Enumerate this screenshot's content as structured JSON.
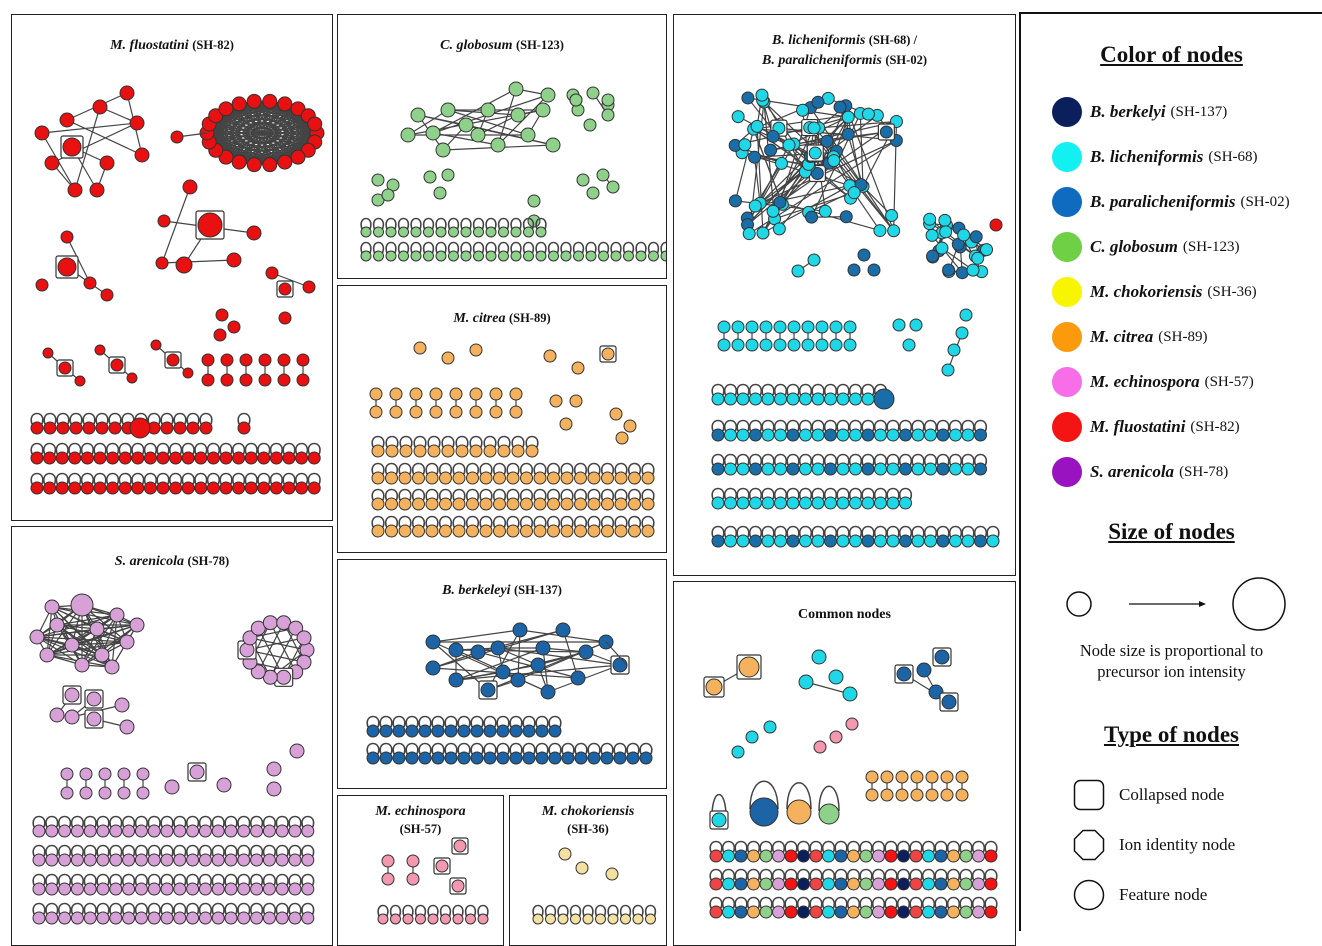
{
  "panels": {
    "fluostatini": {
      "name": "M. fluostatini",
      "code": "(SH-82)"
    },
    "globosum": {
      "name": "C. globosum",
      "code": "(SH-123)"
    },
    "licheniformis": {
      "name1": "B. licheniformis",
      "code1": "(SH-68) /",
      "name2": "B. paralicheniformis",
      "code2": "(SH-02)"
    },
    "citrea": {
      "name": "M. citrea",
      "code": "(SH-89)"
    },
    "arenicola": {
      "name": "S. arenicola",
      "code": "(SH-78)"
    },
    "berkeleyi": {
      "name": "B. berkeleyi",
      "code": "(SH-137)"
    },
    "common": {
      "title": "Common nodes"
    },
    "echinospora": {
      "name": "M. echinospora",
      "code": "(SH-57)"
    },
    "chokoriensis": {
      "name": "M. chokoriensis",
      "code": "(SH-36)"
    }
  },
  "legend": {
    "color_title": "Color of nodes",
    "colors": [
      {
        "name": "B. berkelyi",
        "code": "(SH-137)",
        "color": "#0b1f5c"
      },
      {
        "name": "B. licheniformis",
        "code": "(SH-68)",
        "color": "#13f0f2"
      },
      {
        "name": "B. paralicheniformis",
        "code": "(SH-02)",
        "color": "#0f6bc0"
      },
      {
        "name": "C. globosum",
        "code": "(SH-123)",
        "color": "#6fcf45"
      },
      {
        "name": "M. chokoriensis",
        "code": "(SH-36)",
        "color": "#f8f500"
      },
      {
        "name": "M. citrea",
        "code": "(SH-89)",
        "color": "#fb9a0d"
      },
      {
        "name": "M. echinospora",
        "code": "(SH-57)",
        "color": "#f86ee8"
      },
      {
        "name": "M. fluostatini",
        "code": "(SH-82)",
        "color": "#f51414"
      },
      {
        "name": "S. arenicola",
        "code": "(SH-78)",
        "color": "#9a13c0"
      }
    ],
    "size_title": "Size of nodes",
    "size_note_line1": "Node size is proportional  to",
    "size_note_line2": "precursor ion intensity",
    "type_title": "Type of nodes",
    "types": [
      {
        "label": "Collapsed node",
        "shape": "rounded-square"
      },
      {
        "label": "Ion identity node",
        "shape": "octagon"
      },
      {
        "label": "Feature node",
        "shape": "circle"
      }
    ]
  },
  "node_colors": {
    "fluostatini": "#e81010",
    "globosum": "#8fd08a",
    "licheniformis": "#1fd7e6",
    "licheniformis_dark": "#1a6ea8",
    "citrea": "#f5b25e",
    "arenicola": "#d7a0d6",
    "berkeleyi": "#1d64a6",
    "echinospora": "#f299b0",
    "chokoriensis": "#f4e0a0"
  }
}
